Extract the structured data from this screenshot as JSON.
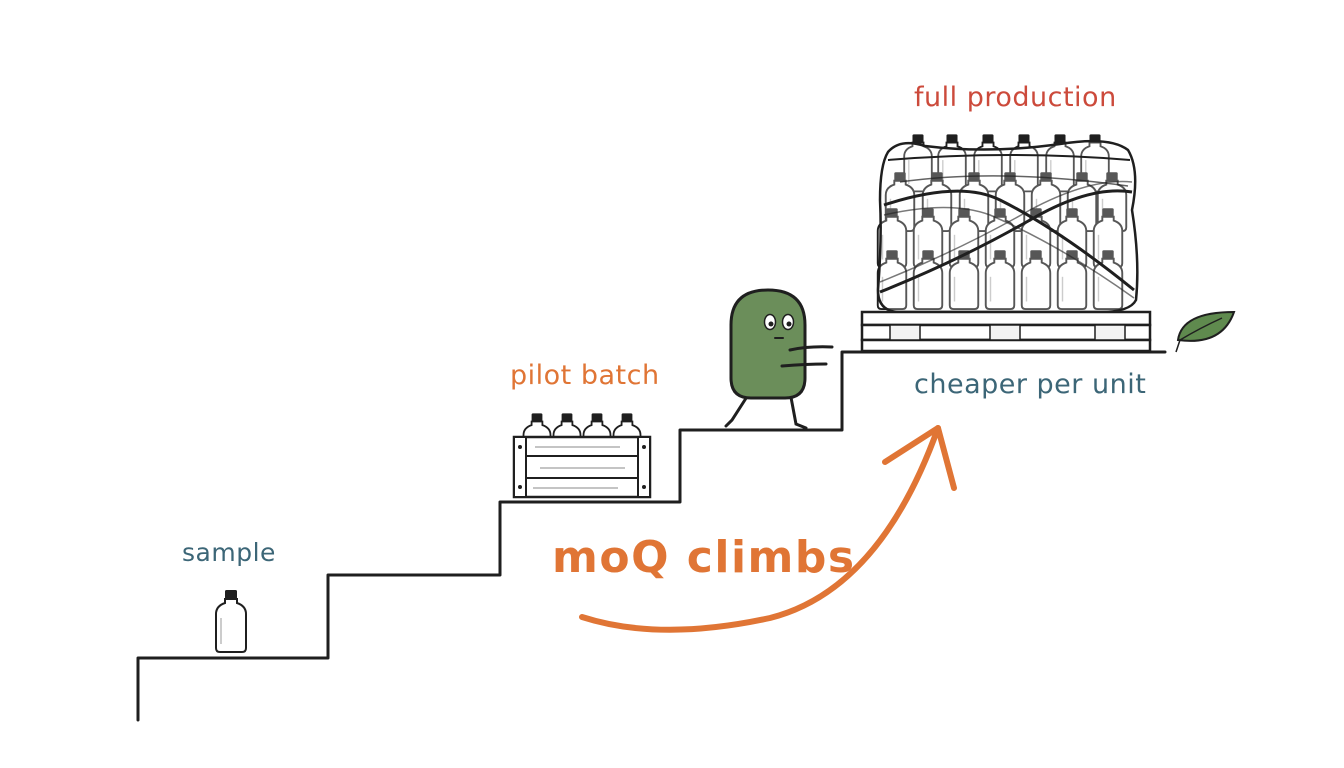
{
  "labels": {
    "sample": "sample",
    "pilot_batch": "pilot batch",
    "full_production": "full production",
    "cheaper_per_unit": "cheaper per unit",
    "moq_climbs": "moQ climbs"
  },
  "colors": {
    "teal_text": "#3c6677",
    "orange_text": "#e07535",
    "red_text": "#cc4a3b",
    "ink": "#1f1f1f",
    "character_green": "#6b8e5a",
    "leaf_green": "#5f8a4e",
    "arrow_orange": "#e07535"
  },
  "icons": [
    "bottle-icon",
    "crate-icon",
    "pallet-icon",
    "character-icon",
    "leaf-icon",
    "arrow-icon"
  ]
}
